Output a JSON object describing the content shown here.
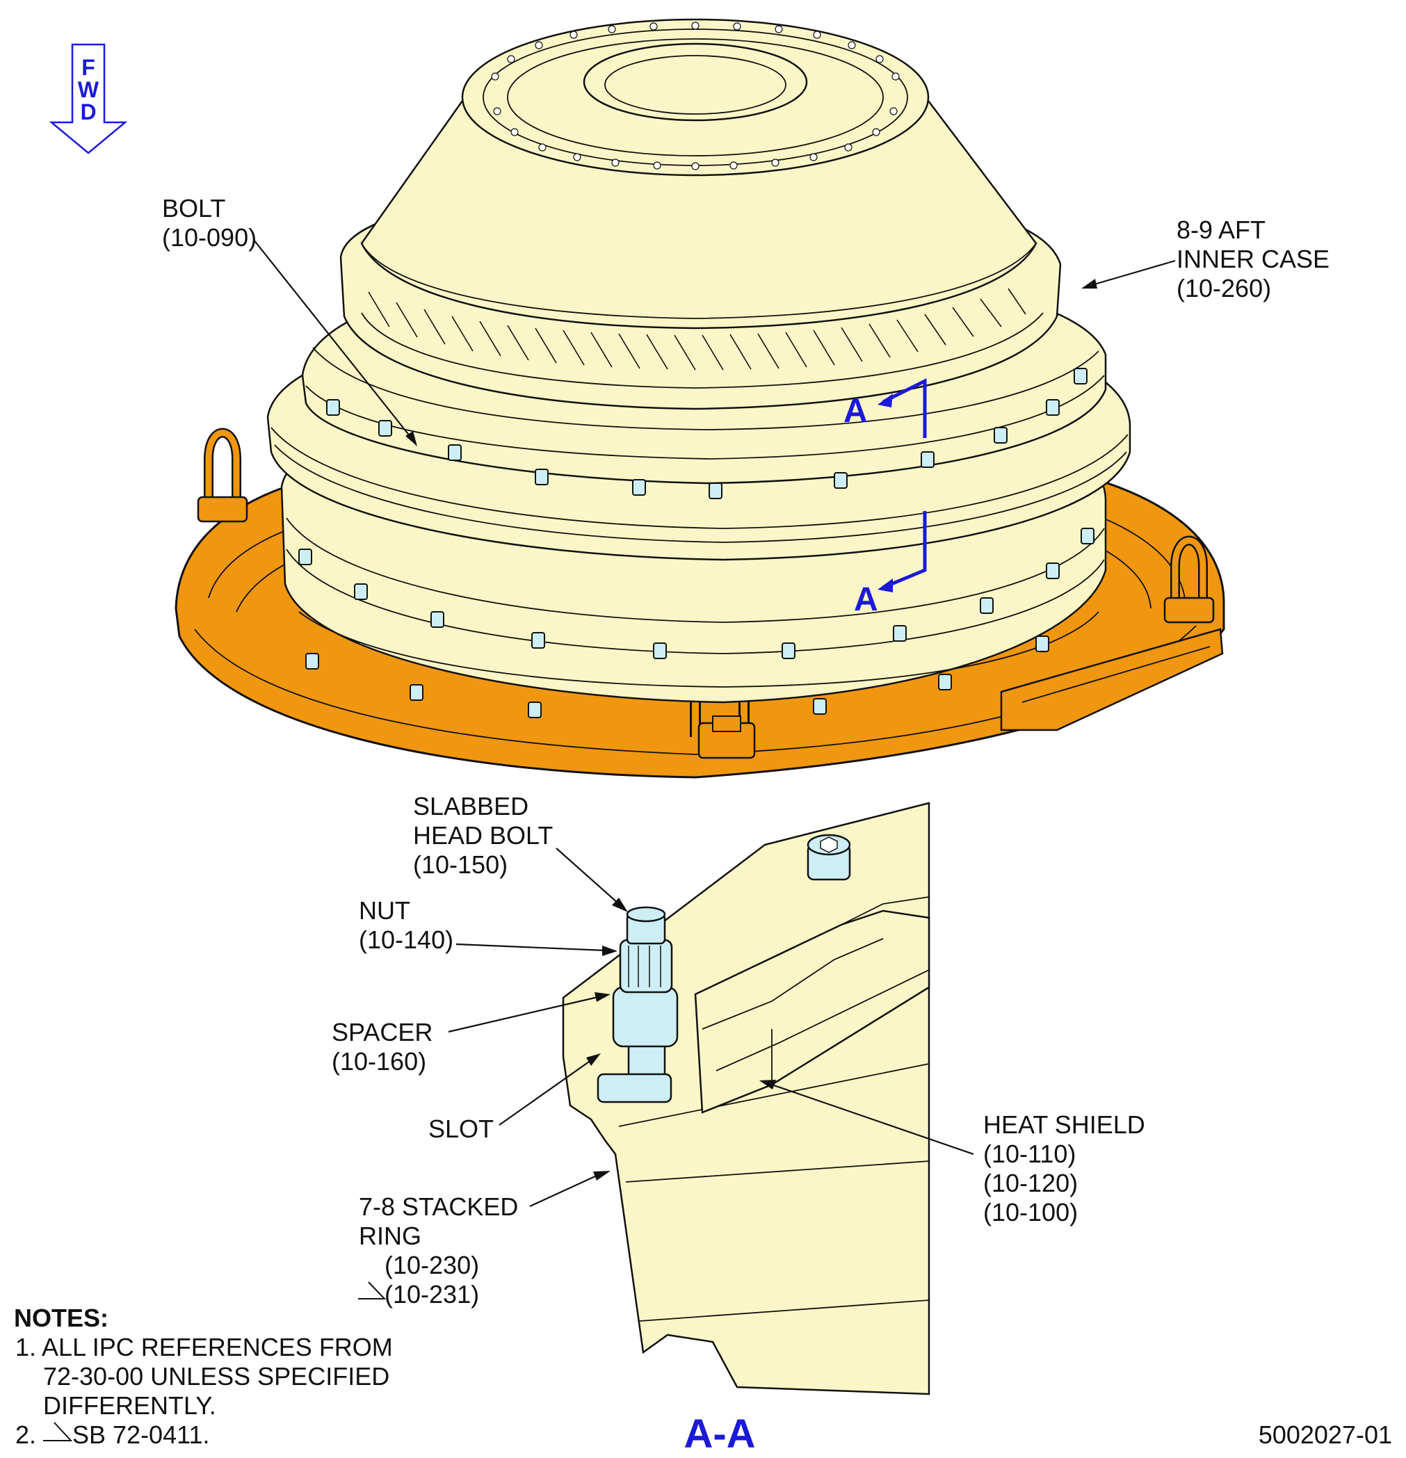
{
  "colors": {
    "part_fill": "#fbf6c7",
    "fixture_fill": "#f0960f",
    "hardware_fill": "#cdeef5",
    "callout_blue": "#1a1ad8",
    "line": "#111111"
  },
  "fwd": {
    "letters": [
      "F",
      "W",
      "D"
    ],
    "icon": "arrow-down-icon"
  },
  "labels": {
    "bolt": [
      "BOLT",
      "(10-090)"
    ],
    "aft_inner_case": [
      "8-9 AFT",
      "INNER CASE",
      "(10-260)"
    ],
    "section_mark_top": "A",
    "section_mark_bottom": "A",
    "slabbed_head_bolt": [
      "SLABBED",
      "HEAD BOLT",
      "(10-150)"
    ],
    "nut": [
      "NUT",
      "(10-140)"
    ],
    "spacer": [
      "SPACER",
      "(10-160)"
    ],
    "slot": "SLOT",
    "heat_shield": [
      "HEAT SHIELD",
      "(10-110)",
      "(10-120)",
      "(10-100)"
    ],
    "stacked_ring": [
      "7-8 STACKED",
      "RING",
      "(10-230)",
      "(10-231)"
    ]
  },
  "notes": {
    "title": "NOTES:",
    "items": [
      "1. ALL IPC REFERENCES FROM",
      "72-30-00 UNLESS SPECIFIED",
      "DIFFERENTLY.",
      "2.",
      "SB 72-0411."
    ]
  },
  "section_title": "A-A",
  "figure_number": "5002027-01"
}
